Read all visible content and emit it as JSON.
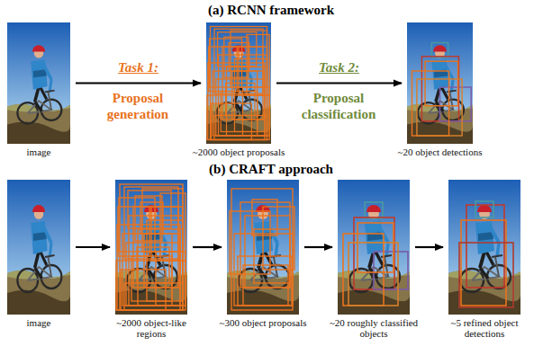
{
  "diagram": {
    "nodes": [
      {
        "text": [
          "image"
        ]
      },
      {
        "text": [
          "~2000 object proposals"
        ]
      },
      {
        "text": [
          "~20 object detections"
        ]
      },
      {
        "text": [
          "image"
        ]
      },
      {
        "text": [
          "~2000 object-like regions"
        ]
      },
      {
        "text": [
          "~300 object proposals"
        ]
      },
      {
        "text": [
          "~20 roughly classified objects"
        ]
      },
      {
        "text": [
          "~5 refined object detections"
        ]
      }
    ],
    "edges": [
      {
        "from": 0,
        "to": 1,
        "arrow": "to",
        "label": "Task 1:"
      },
      {
        "from": 1,
        "to": 2,
        "arrow": "to",
        "label": "Task 2:"
      },
      {
        "from": 3,
        "to": 4,
        "arrow": "to"
      },
      {
        "from": 4,
        "to": 5,
        "arrow": "to"
      },
      {
        "from": 5,
        "to": 6,
        "arrow": "to"
      },
      {
        "from": 6,
        "to": 7,
        "arrow": "to"
      }
    ],
    "labels": [
      "(a) RCNN framework",
      "Proposal generation",
      "Proposal classification",
      "(b) CRAFT approach"
    ]
  }
}
